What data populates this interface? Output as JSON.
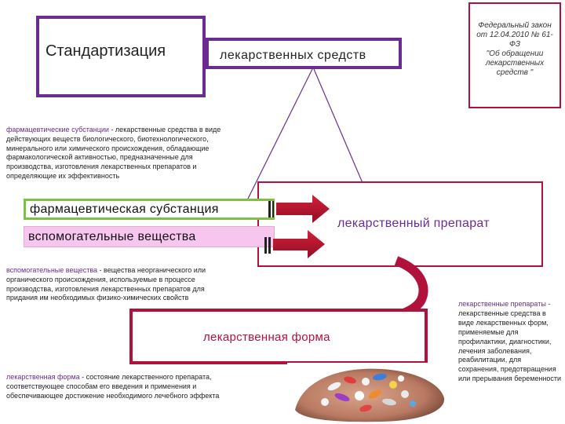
{
  "title": {
    "left": "Стандартизация",
    "right": "лекарственных средств"
  },
  "law": {
    "lines": [
      "Федеральный закон",
      "от 12.04.2010 № 61-",
      "ФЗ",
      "\"Об обращении",
      "лекарственных",
      "средств \""
    ]
  },
  "definitions": {
    "substance_term": "фармацевтические субстанции",
    "substance_text": " - лекарственные средства в виде действующих веществ биологического, биотехнологического, минерального или химического происхождения, обладающие фармакологической активностью, предназначенные для производства, изготовления лекарственных препаратов и определяющие их эффективность",
    "excipients_term": "вспомогательные вещества",
    "excipients_text": " - вещества неорганического или органического происхождения, используемые в процессе производства, изготовления лекарственных препаратов для придания им необходимых физико-химических свойств",
    "form_term": "лекарственная форма",
    "form_text": " - состояние лекарственного препарата, соответствующее способам его введения и применения и обеспечивающее достижение необходимого лечебного эффекта",
    "drugs_term": "лекарственные препараты",
    "drugs_text": " - лекарственные средства в виде лекарственных форм, применяемые для профилактики, диагностики, лечения заболевания, реабилитации, для сохранения, предотвращения или прерывания беременности"
  },
  "bars": {
    "substance": "фармацевтическая субстанция",
    "excipients": "вспомогательные вещества"
  },
  "boxes": {
    "drug": "лекарственный препарат",
    "form": "лекарственная форма"
  },
  "colors": {
    "purple": "#6a2c91",
    "red": "#b0123b",
    "green": "#7cc242",
    "pink": "#f7c6ee"
  }
}
